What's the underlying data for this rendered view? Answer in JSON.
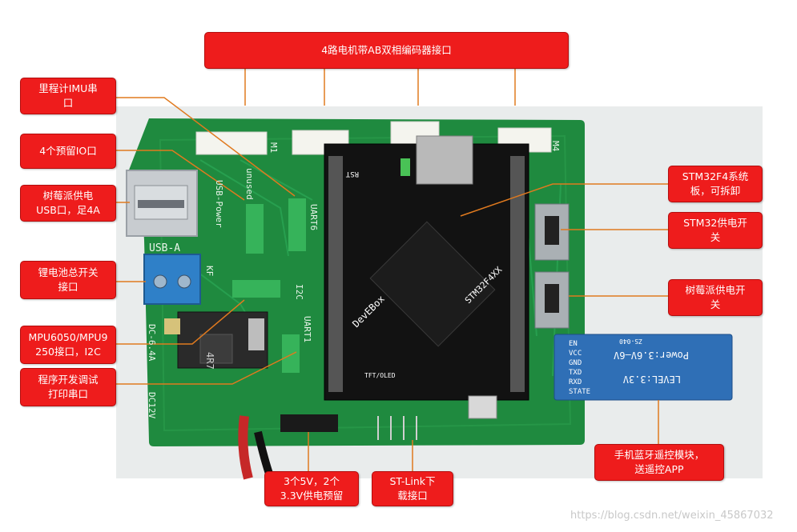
{
  "callouts": {
    "encoder": "4路电机带AB双相编码器接口",
    "imu": "里程计IMU串\n口",
    "reserved_io": "4个预留IO口",
    "rpi_usb": "树莓派供电\nUSB口，足4A",
    "battery_switch": "锂电池总开关\n接口",
    "mpu": "MPU6050/MPU9\n250接口，I2C",
    "debug_uart": "程序开发调试\n打印串口",
    "power_reserve": "3个5V，2个\n3.3V供电预留",
    "stlink": "ST-Link下\n载接口",
    "stm32_board": "STM32F4系统\n板，可拆卸",
    "stm32_switch": "STM32供电开\n关",
    "rpi_switch": "树莓派供电开\n关",
    "bluetooth": "手机蓝牙遥控模块，\n送遥控APP"
  },
  "watermark": "https://blog.csdn.net/weixin_45867032",
  "board_silk": {
    "usb_power": "USB-Power",
    "usb_a": "USB-A",
    "kf": "KF",
    "dc": "DC-6.4A",
    "dc12": "DC12V",
    "uart6": "UART6",
    "uart1": "UART1",
    "i2c": "I2C",
    "unused": "unused",
    "inductor": "4R7",
    "devebox": "DevEBox",
    "mcu_name": "STM32F4XX",
    "tft": "TFT/OLED",
    "m1": "M1",
    "m4": "M4",
    "rst": "RST",
    "bt_line1": "Power:3.6V—6V",
    "bt_line2": "LEVEL:3.3V",
    "bt_pins": [
      "EN",
      "VCC",
      "GND",
      "TXD",
      "RXD",
      "STATE"
    ],
    "bt_id": "ZS-040"
  },
  "colors": {
    "callout_red": "#ee1c1c",
    "pcb_green": "#1f8a3f",
    "bt_blue": "#2f6fb6"
  }
}
